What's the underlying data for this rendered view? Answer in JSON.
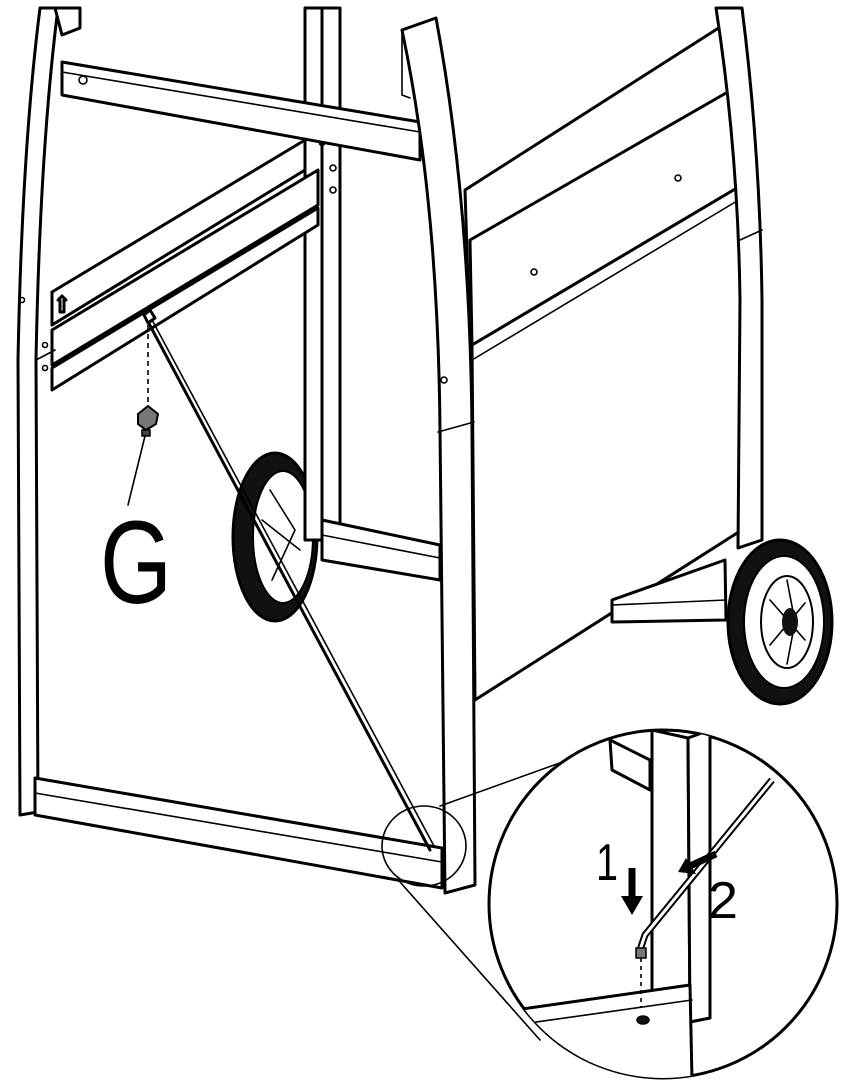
{
  "labels": {
    "part": "G",
    "step1": "1",
    "step2": "2"
  },
  "colors": {
    "line": "#000000",
    "background": "#ffffff",
    "tire": "#000000"
  }
}
